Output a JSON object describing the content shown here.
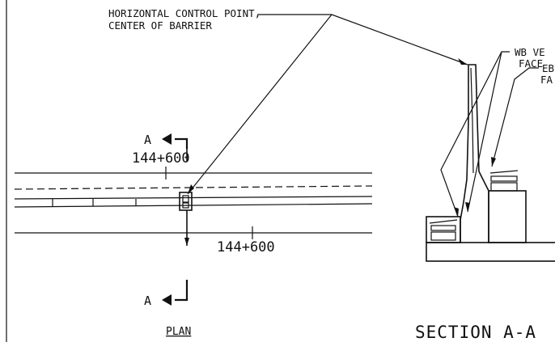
{
  "callouts": {
    "control_point_line1": "HORIZONTAL CONTROL POINT,",
    "control_point_line2": "CENTER OF BARRIER",
    "wb_line1": "WB VE",
    "wb_line2": "FACE",
    "eb_line1": "EB",
    "eb_line2": "FA"
  },
  "plan": {
    "section_letter_top": "A",
    "section_letter_bottom": "A",
    "station_upper": "144+600",
    "station_lower": "144+600",
    "title": "PLAN"
  },
  "section": {
    "title": "SECTION A-A"
  }
}
